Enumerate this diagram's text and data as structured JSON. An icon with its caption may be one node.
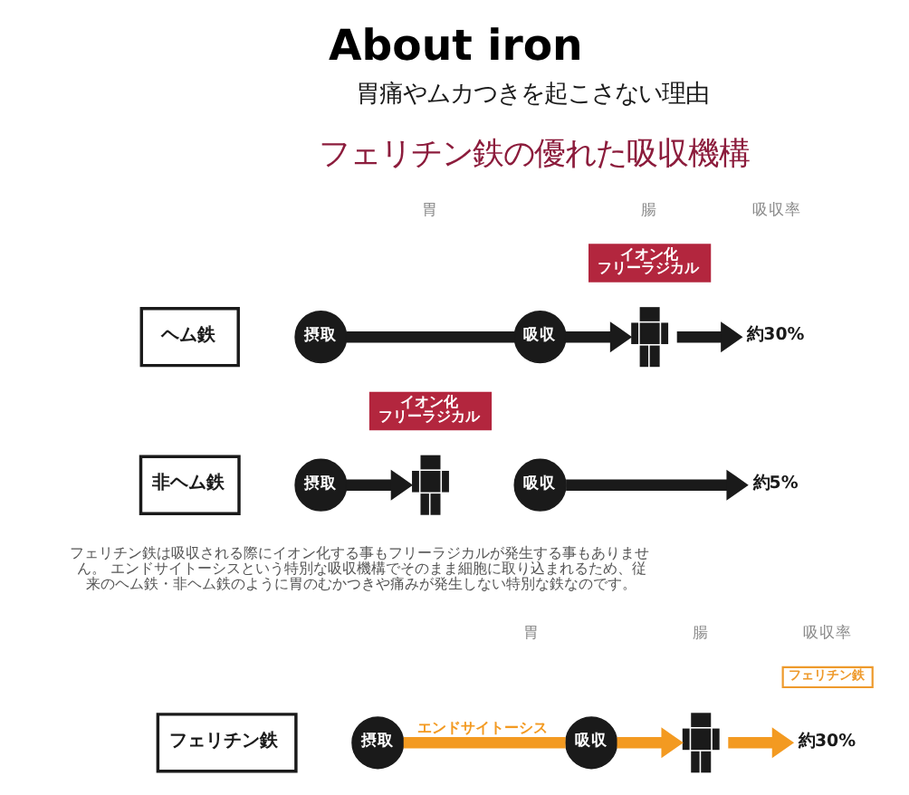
{
  "diagram": {
    "title": "About iron",
    "nodes": [
      {
        "text": [
          "イオン化",
          "フリーラジカル"
        ]
      },
      {
        "text": [
          "ヘム鉄"
        ]
      },
      {
        "text": [
          "摂取"
        ]
      },
      {
        "text": [
          "吸収"
        ]
      },
      {
        "text": [],
        "shape": "person"
      },
      {
        "text": [
          "約30%"
        ]
      },
      {
        "text": [
          "イオン化",
          "フリーラジカル"
        ]
      },
      {
        "text": [
          "非ヘム鉄"
        ]
      },
      {
        "text": [
          "摂取"
        ]
      },
      {
        "text": [],
        "shape": "person"
      },
      {
        "text": [
          "吸収"
        ]
      },
      {
        "text": [
          "約5%"
        ]
      },
      {
        "text": [
          "フェリチン鉄"
        ]
      },
      {
        "text": [
          "摂取"
        ]
      },
      {
        "text": [
          "吸収"
        ]
      },
      {
        "text": [],
        "shape": "person"
      },
      {
        "text": [
          "フェリチン鉄"
        ]
      },
      {
        "text": [
          "約30%"
        ]
      }
    ],
    "edges": [
      {
        "from": 2,
        "to": 3,
        "arrow": "none"
      },
      {
        "from": 3,
        "to": 4,
        "arrow": "to"
      },
      {
        "from": 4,
        "to": 5,
        "arrow": "to"
      },
      {
        "from": 8,
        "to": 9,
        "arrow": "to"
      },
      {
        "from": 10,
        "to": 11,
        "arrow": "to"
      },
      {
        "from": 13,
        "to": 14,
        "arrow": "none",
        "color": "#f39a21",
        "label": "エンドサイトーシス"
      },
      {
        "from": 14,
        "to": 15,
        "arrow": "to",
        "color": "#f39a21"
      },
      {
        "from": 15,
        "to": 17,
        "arrow": "to",
        "color": "#f39a21"
      }
    ],
    "labels": [
      "胃痛やムカつきを起こさない理由",
      "フェリチン鉄の優れた吸収機構",
      "胃",
      "腸",
      "吸収率",
      "フェリチン鉄は吸収される際にイオン化する事もフリーラジカルが発生する事もありません。 エンドサイトーシスという特別な吸収機構でそのまま細胞に取り込まれるため、従来のヘム鉄・非ヘム鉄のように胃のむかつきや痛みが発生しない特別な鉄なのです。",
      "胃",
      "腸",
      "吸収率"
    ]
  }
}
